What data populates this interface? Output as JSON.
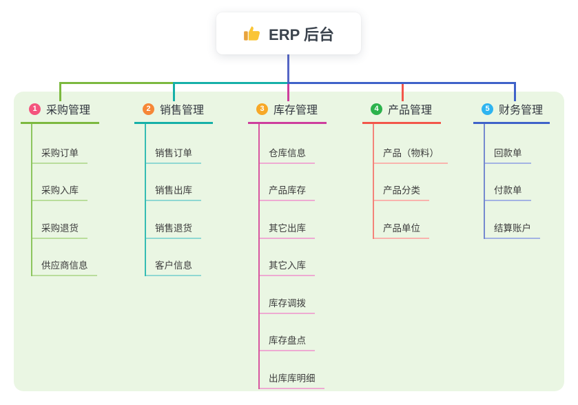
{
  "root": {
    "label": "ERP 后台",
    "icon": "thumbs-up-icon",
    "connector_color": "#5566c6"
  },
  "canvas": {
    "background": "#ffffff",
    "panel_background": "#eaf6e3"
  },
  "branches": [
    {
      "number": "1",
      "title": "采购管理",
      "badge_color": "#f4547d",
      "line_color": "#7cb93f",
      "child_vline_color": "#8cc55e",
      "child_line_color": "#b9dd9b",
      "children": [
        "采购订单",
        "采购入库",
        "采购退货",
        "供应商信息"
      ]
    },
    {
      "number": "2",
      "title": "销售管理",
      "badge_color": "#f68737",
      "line_color": "#16b0a8",
      "child_vline_color": "#35bcb3",
      "child_line_color": "#8fd8d2",
      "children": [
        "销售订单",
        "销售出库",
        "销售退货",
        "客户信息"
      ]
    },
    {
      "number": "3",
      "title": "库存管理",
      "badge_color": "#f7a827",
      "line_color": "#cd3e9d",
      "child_vline_color": "#d8569f",
      "child_line_color": "#eeaad2",
      "children": [
        "仓库信息",
        "产品库存",
        "其它出库",
        "其它入库",
        "库存调拨",
        "库存盘点",
        "出库库明细"
      ]
    },
    {
      "number": "4",
      "title": "产品管理",
      "badge_color": "#2cb24c",
      "line_color": "#f2564a",
      "child_vline_color": "#f4837a",
      "child_line_color": "#f9b3ad",
      "children": [
        "产品（物料）",
        "产品分类",
        "产品单位"
      ]
    },
    {
      "number": "5",
      "title": "财务管理",
      "badge_color": "#2eb4f0",
      "line_color": "#3f62c9",
      "child_vline_color": "#7488cf",
      "child_line_color": "#a3b3e3",
      "children": [
        "回款单",
        "付款单",
        "结算账户"
      ]
    }
  ]
}
